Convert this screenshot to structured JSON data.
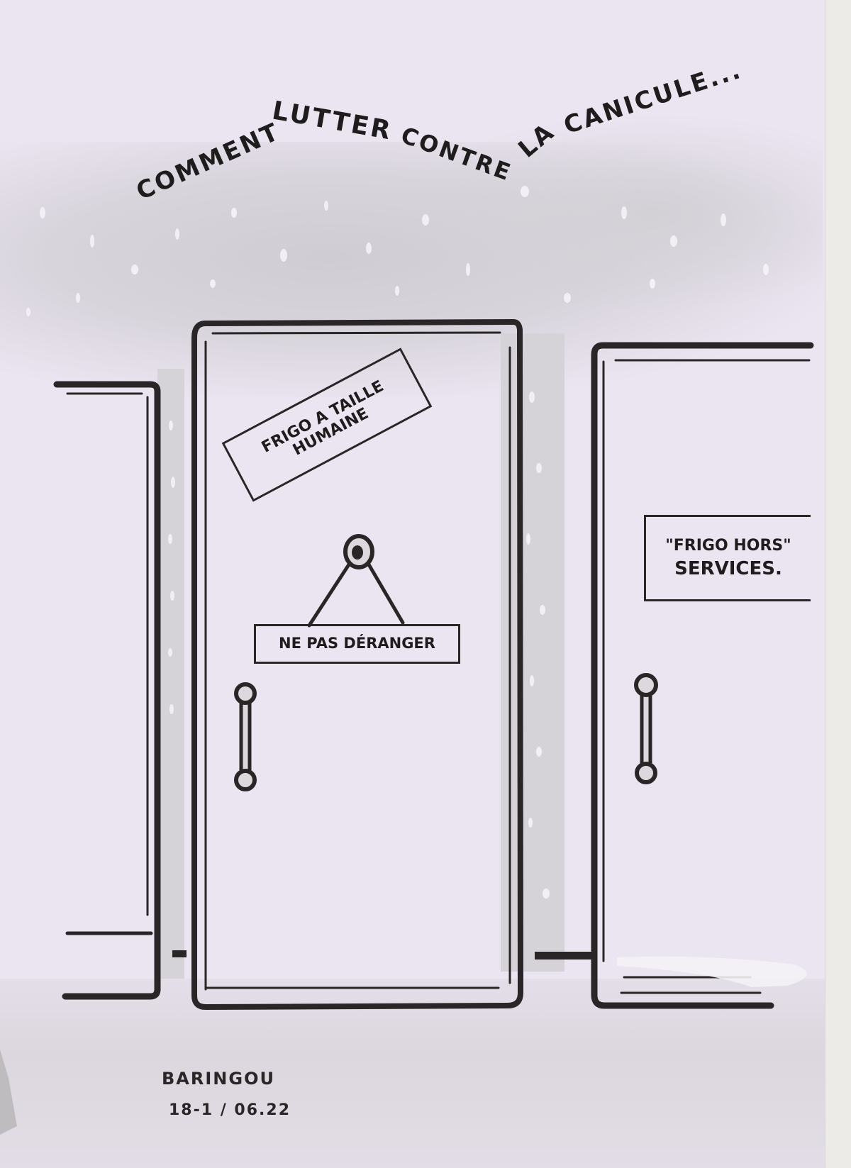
{
  "title": {
    "words": [
      "COMMENT",
      "LUTTER",
      "CONTRE",
      "LA",
      "CANICULE..."
    ],
    "full_text": "COMMENT LUTTER CONTRE LA CANICULE..."
  },
  "main_door": {
    "sign_top": {
      "line1": "FRIGO A TAILLE",
      "line2": "HUMAINE"
    },
    "hanging_sign": "NE PAS DÉRANGER"
  },
  "right_door": {
    "sign": {
      "line1": "\"FRIGO HORS\"",
      "line2": "SERVICES."
    }
  },
  "signature": {
    "artist": "BARINGOU",
    "date": "18-1 / 06.22"
  },
  "colors": {
    "paper": "#ebe5f1",
    "ink": "#2a2627",
    "wall_shading": "#d3d0d6"
  }
}
